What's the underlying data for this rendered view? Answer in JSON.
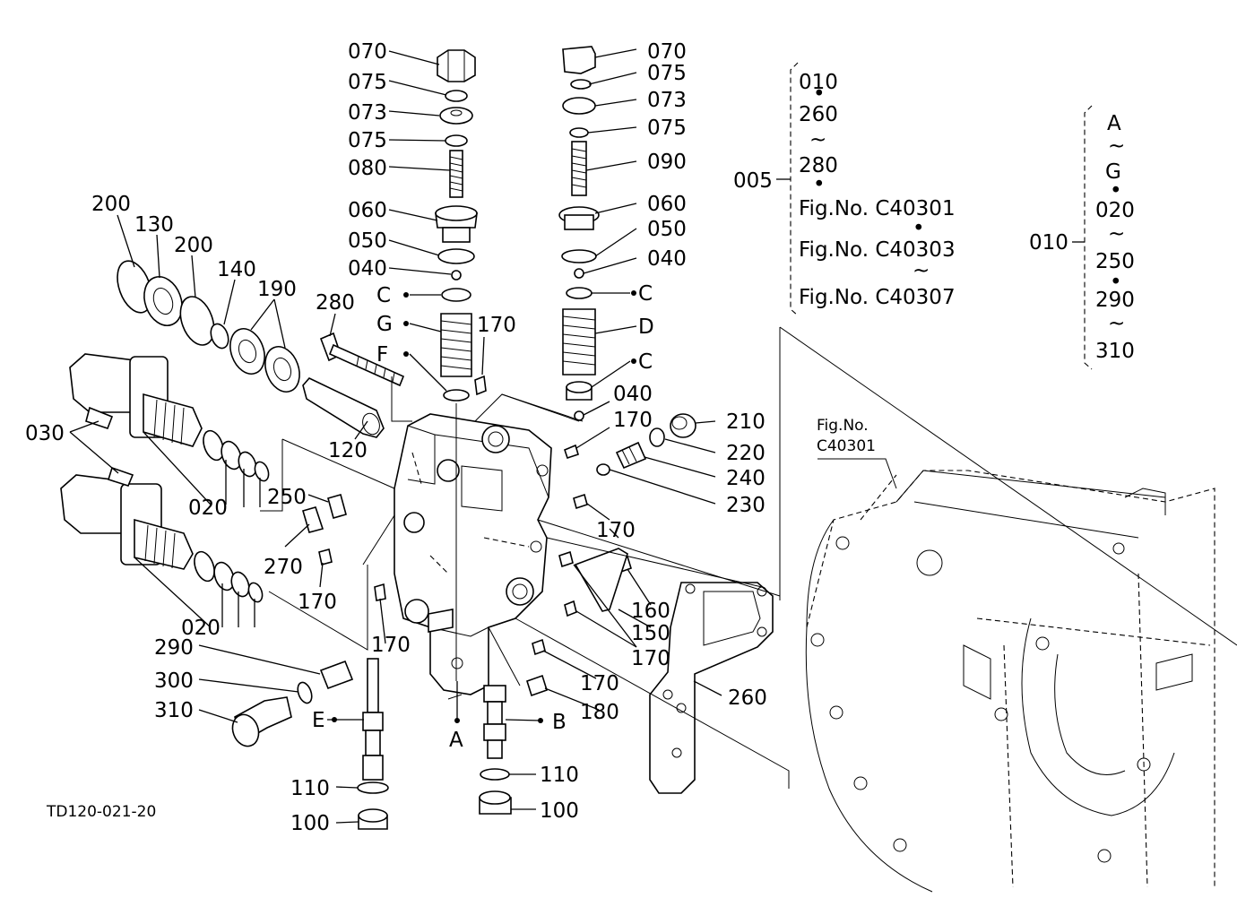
{
  "colors": {
    "ink": "#000000",
    "paper": "#ffffff"
  },
  "labels": {
    "l070a": "070",
    "l075a": "075",
    "l073a": "073",
    "l075b": "075",
    "l080": "080",
    "l060a": "060",
    "l050a": "050",
    "l040a": "040",
    "lCa": "C",
    "lG": "G",
    "lF": "F",
    "l070b": "070",
    "l075c": "075",
    "l073b": "073",
    "l075d": "075",
    "l090": "090",
    "l060b": "060",
    "l050b": "050",
    "l040b": "040",
    "lCb": "C",
    "lD": "D",
    "lCc": "C",
    "l040c": "040",
    "l170a": "170",
    "l170b": "170",
    "l210": "210",
    "l220": "220",
    "l240": "240",
    "l230": "230",
    "l170c": "170",
    "l200a": "200",
    "l130": "130",
    "l200b": "200",
    "l140": "140",
    "l190": "190",
    "l280": "280",
    "l120": "120",
    "l030": "030",
    "l020a": "020",
    "l250": "250",
    "l270": "270",
    "l170d": "170",
    "l020b": "020",
    "l170e": "170",
    "l160": "160",
    "l150": "150",
    "l170f": "170",
    "l170g": "170",
    "l180": "180",
    "l290": "290",
    "l300": "300",
    "l310": "310",
    "lE": "E",
    "lA": "A",
    "lB": "B",
    "l260": "260",
    "l110a": "110",
    "l110b": "110",
    "l100a": "100",
    "l100b": "100",
    "l005": "005",
    "l010": "010"
  },
  "group005": [
    "010",
    "•",
    "260",
    "~",
    "280",
    "•",
    "Fig.No. C40301",
    "•",
    "Fig.No. C40303",
    "~",
    "Fig.No. C40307"
  ],
  "group010": [
    "A",
    "~",
    "G",
    "•",
    "020",
    "~",
    "250",
    "•",
    "290",
    "~",
    "310"
  ],
  "reference": {
    "line1": "Fig.No.",
    "line2": "C40301"
  },
  "drawing_code": "TD120-021-20"
}
